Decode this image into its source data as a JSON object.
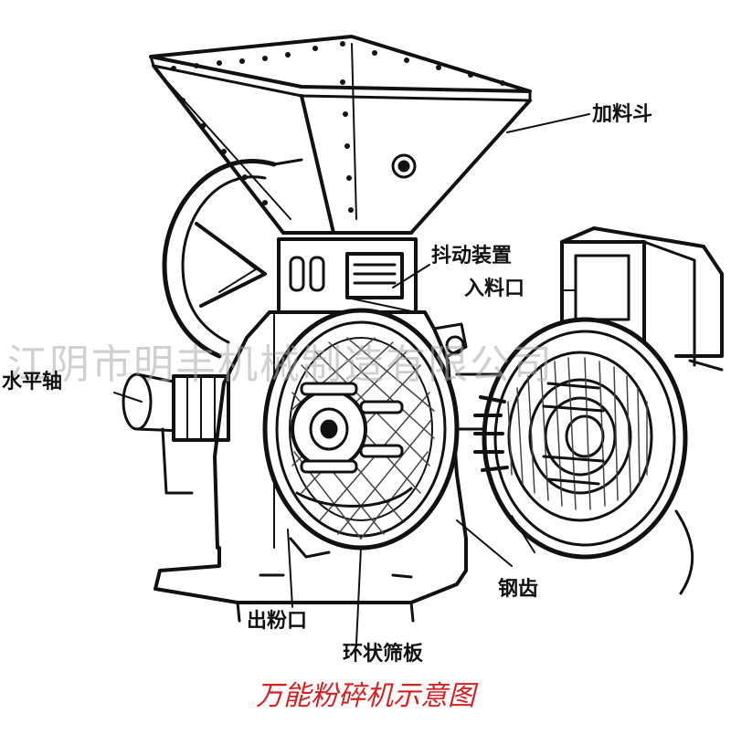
{
  "labels": {
    "hopper": "加料斗",
    "agitator": "抖动装置",
    "feed_inlet": "入料口",
    "horizontal_shaft": "水平轴",
    "steel_teeth": "钢齿",
    "powder_outlet": "出粉口",
    "ring_screen": "环状筛板"
  },
  "caption": "万能粉碎机示意图",
  "watermark": "江阴市明丰机械制造有限公司",
  "colors": {
    "caption": "#d62020",
    "line": "#111111",
    "watermark": "#aaaaaa"
  }
}
